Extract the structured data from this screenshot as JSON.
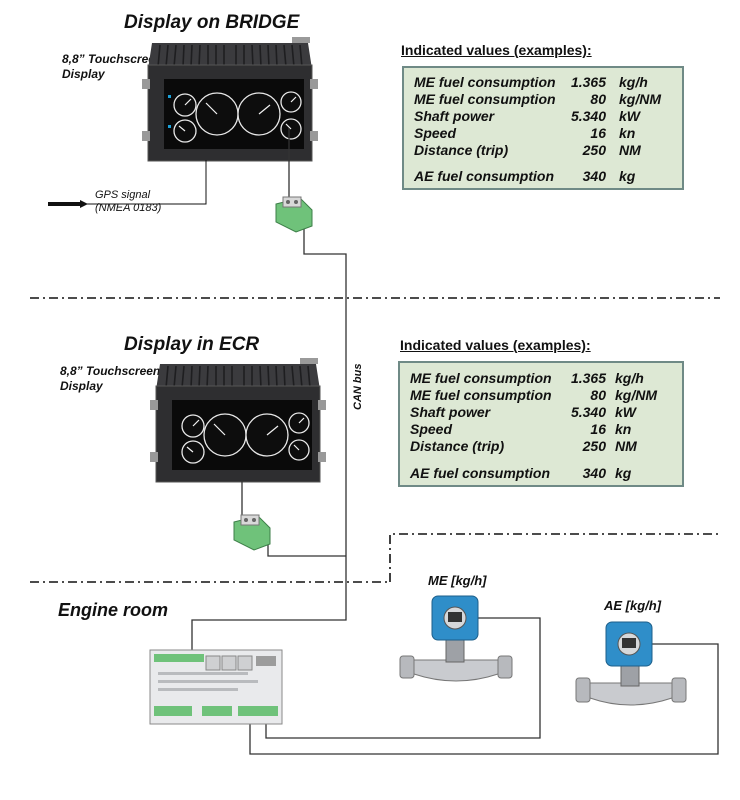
{
  "bridge": {
    "title": "Display on BRIDGE",
    "display_label_line1": "8,8” Touchscreen",
    "display_label_line2": "Display",
    "gps_line1": "GPS signal",
    "gps_line2": "(NMEA 0183)"
  },
  "ecr": {
    "title": "Display in ECR",
    "display_label_line1": "8,8” Touchscreen",
    "display_label_line2": "Display"
  },
  "can_bus_label": "CAN bus",
  "engine_room": {
    "title": "Engine room",
    "me_label": "ME [kg/h]",
    "ae_label": "AE [kg/h]"
  },
  "indicated_values": {
    "heading": "Indicated values (examples):",
    "rows": [
      {
        "label": "ME fuel consumption",
        "value": "1.365",
        "unit": "kg/h"
      },
      {
        "label": "ME fuel consumption",
        "value": "80",
        "unit": "kg/NM"
      },
      {
        "label": "Shaft power",
        "value": "5.340",
        "unit": "kW"
      },
      {
        "label": "Speed",
        "value": "16",
        "unit": "kn"
      },
      {
        "label": "Distance (trip)",
        "value": "250",
        "unit": "NM"
      },
      {
        "label": "AE fuel consumption",
        "value": "340",
        "unit": "kg"
      }
    ]
  },
  "colors": {
    "box_fill": "#dde8d4",
    "box_border": "#6f8a86",
    "display_body": "#2e2e30",
    "connector_green": "#6fc27a",
    "flowmeter_blue": "#2f8ec9"
  }
}
